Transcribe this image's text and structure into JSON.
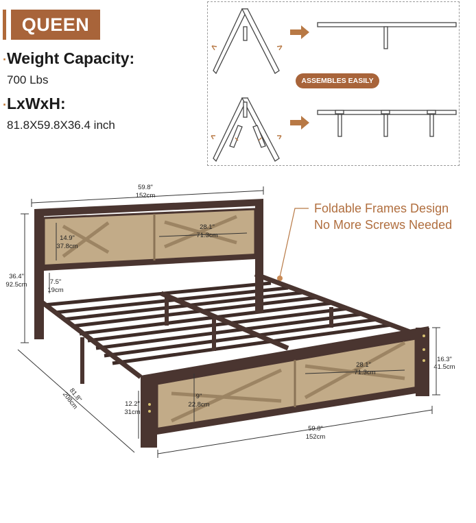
{
  "badge": {
    "text": "QUEEN"
  },
  "specs": {
    "weight_label": "Weight Capacity:",
    "weight_value": "700 Lbs",
    "size_label": "LxWxH:",
    "size_value": "81.8X59.8X36.4 inch"
  },
  "assembly": {
    "badge_text": "ASSEMBLES EASILY"
  },
  "callout": {
    "line1": "Foldable Frames Design",
    "line2": "No More Screws Needed"
  },
  "dimensions": {
    "top_width_in": "59.8\"",
    "top_width_cm": "152cm",
    "height_in": "36.4\"",
    "height_cm": "92.5cm",
    "headboard_panel_h_in": "14.9\"",
    "headboard_panel_h_cm": "37.8cm",
    "headboard_panel_w_in": "28.1\"",
    "headboard_panel_w_cm": "71.3cm",
    "gap_in": "7.5\"",
    "gap_cm": "19cm",
    "length_in": "81.8\"",
    "length_cm": "208cm",
    "clearance_in": "12.2\"",
    "clearance_cm": "31cm",
    "footboard_panel_h_in": "9\"",
    "footboard_panel_h_cm": "22.8cm",
    "footboard_panel_w_in": "28.1\"",
    "footboard_panel_w_cm": "71.3cm",
    "footboard_h_in": "16.3\"",
    "footboard_h_cm": "41.5cm",
    "bottom_width_in": "59.8\"",
    "bottom_width_cm": "152cm"
  },
  "colors": {
    "accent": "#a8643a",
    "frame": "#4a3530",
    "wood": "#c2ab88"
  }
}
